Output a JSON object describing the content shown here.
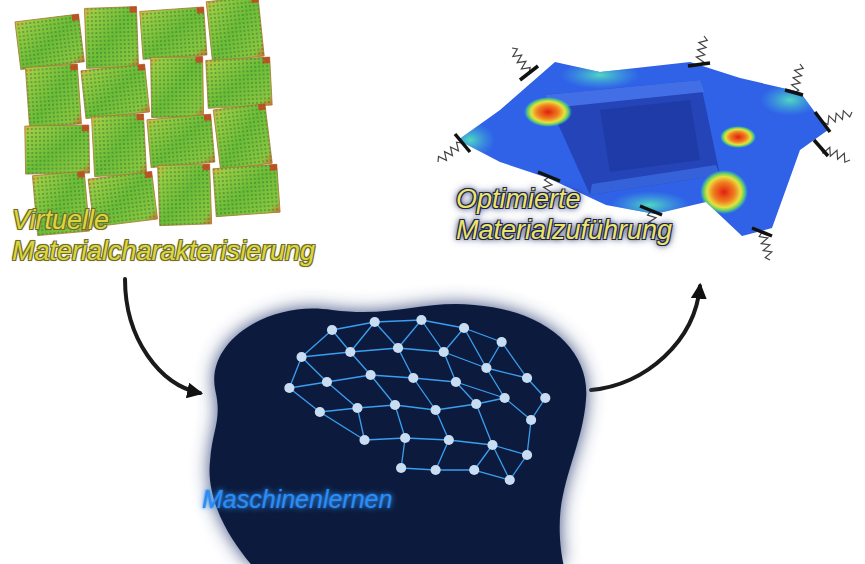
{
  "diagram": {
    "nodes": [
      {
        "text": [
          "Virtuelle Materialcharakterisierung"
        ]
      },
      {
        "text": [
          "Maschinenlernen"
        ]
      },
      {
        "text": [
          "Optimierte Materialzuführung"
        ]
      }
    ],
    "edges": [
      {
        "from": 0,
        "to": 1,
        "arrow": "to"
      },
      {
        "from": 1,
        "to": 2,
        "arrow": "to"
      }
    ]
  }
}
